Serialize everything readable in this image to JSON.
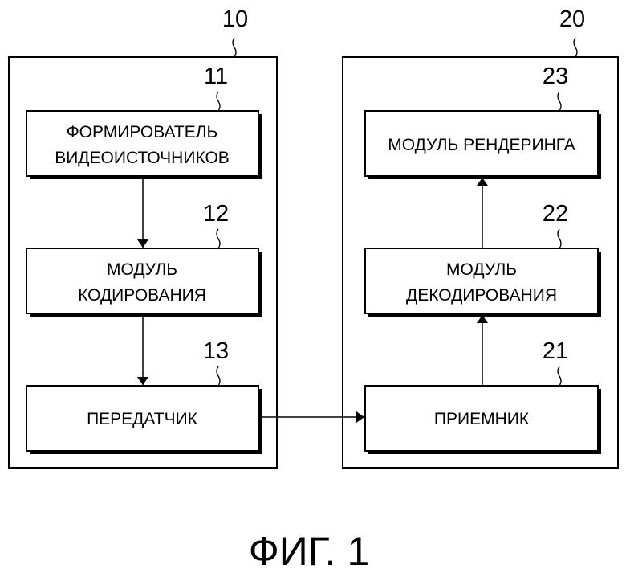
{
  "figure": {
    "caption": "ФИГ. 1"
  },
  "groups": [
    {
      "ref": "10",
      "blocks": [
        {
          "ref": "11",
          "lines": [
            "ФОРМИРОВАТЕЛЬ",
            "ВИДЕОИСТОЧНИКОВ"
          ]
        },
        {
          "ref": "12",
          "lines": [
            "МОДУЛЬ",
            "КОДИРОВАНИЯ"
          ]
        },
        {
          "ref": "13",
          "lines": [
            "ПЕРЕДАТЧИК"
          ]
        }
      ]
    },
    {
      "ref": "20",
      "blocks": [
        {
          "ref": "23",
          "lines": [
            "МОДУЛЬ РЕНДЕРИНГА"
          ]
        },
        {
          "ref": "22",
          "lines": [
            "МОДУЛЬ",
            "ДЕКОДИРОВАНИЯ"
          ]
        },
        {
          "ref": "21",
          "lines": [
            "ПРИЕМНИК"
          ]
        }
      ]
    }
  ],
  "connections": [
    {
      "from": "11",
      "to": "12"
    },
    {
      "from": "12",
      "to": "13"
    },
    {
      "from": "13",
      "to": "21"
    },
    {
      "from": "21",
      "to": "22"
    },
    {
      "from": "22",
      "to": "23"
    }
  ]
}
